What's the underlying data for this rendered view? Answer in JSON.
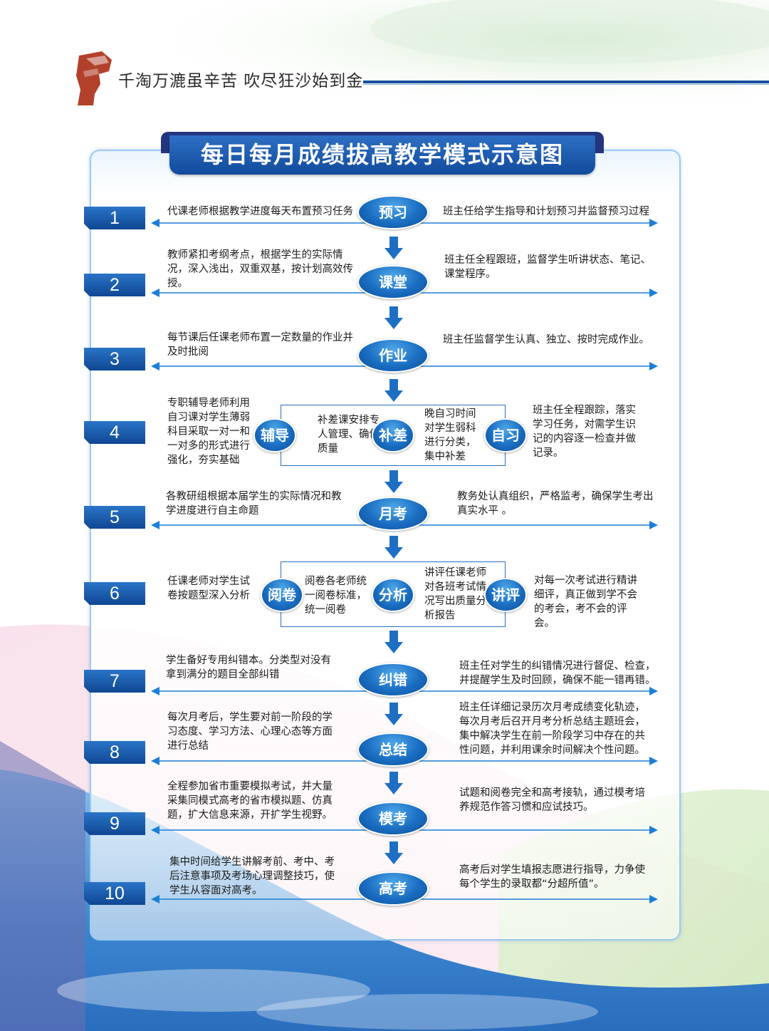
{
  "header": {
    "slogan": "千淘万漉虽辛苦  吹尽狂沙始到金",
    "title": "每日每月成绩拔高教学模式示意图"
  },
  "colors": {
    "primary_blue": "#1a6dc1",
    "dark_blue": "#124b9c",
    "tab_navy": "#25347e",
    "line_blue": "#1c7fd6",
    "logo_red": "#b2412b"
  },
  "icons": [
    "fist-logo-icon",
    "arrow-down-icon",
    "double-arrow-line-icon"
  ],
  "steps": [
    {
      "num": "1",
      "label": "预习",
      "left": "代课老师根据教学进度每天布置预习任务",
      "right": "班主任给学生指导和计划预习并监督预习过程"
    },
    {
      "num": "2",
      "label": "课堂",
      "left": "教师紧扣考纲考点，根据学生的实际情况，深入浅出，双重双基，按计划高效传授。",
      "right": "班主任全程跟班，监督学生听讲状态、笔记、课堂程序。"
    },
    {
      "num": "3",
      "label": "作业",
      "left": "每节课后任课老师布置一定数量的作业并及时批阅",
      "right": "班主任监督学生认真、独立、按时完成作业。"
    },
    {
      "num": "4",
      "label": "",
      "left": "专职辅导老师利用自习课对学生薄弱科目采取一对一和一对多的形式进行强化，夯实基础",
      "right": "班主任全程跟踪，落实学习任务，对需学生识记的内容逐一检查并做记录。",
      "sub": [
        {
          "label": "辅导"
        },
        {
          "label": "补差",
          "text": "补差课安排专人管理、确保质量"
        },
        {
          "label": "自习",
          "text": "晚自习时间对学生弱科进行分类，集中补差"
        }
      ]
    },
    {
      "num": "5",
      "label": "月考",
      "left": "各教研组根据本届学生的实际情况和教学进度进行自主命题",
      "right": "教务处认真组织，严格监考，确保学生考出真实水平 。"
    },
    {
      "num": "6",
      "label": "",
      "left": "任课老师对学生试卷按题型深入分析",
      "right": "对每一次考试进行精讲细评，真正做到学不会的考会，考不会的评会。",
      "sub": [
        {
          "label": "阅卷"
        },
        {
          "label": "分析",
          "text": "阅卷各老师统一阅卷标准，统一阅卷"
        },
        {
          "label": "讲评",
          "text": "讲评任课老师对各班考试情况写出质量分析报告"
        }
      ]
    },
    {
      "num": "7",
      "label": "纠错",
      "left": "学生备好专用纠错本。分类型对没有拿到满分的题目全部纠错",
      "right": "班主任对学生的纠错情况进行督促、检查，并提醒学生及时回顾，确保不能一错再错。"
    },
    {
      "num": "8",
      "label": "总结",
      "left": "每次月考后，学生要对前一阶段的学习态度、学习方法、心理心态等方面进行总结",
      "right": "班主任详细记录历次月考成绩变化轨迹，每次月考后召开月考分析总结主题班会，集中解决学生在前一阶段学习中存在的共性问题，并利用课余时间解决个性问题。"
    },
    {
      "num": "9",
      "label": "模考",
      "left": "全程参加省市重要模拟考试，并大量采集同模式高考的省市模拟题、仿真题，扩大信息来源，开扩学生视野。",
      "right": "试题和阅卷完全和高考接轨，通过模考培养规范作答习惯和应试技巧。"
    },
    {
      "num": "10",
      "label": "高考",
      "left": "集中时间给学生讲解考前、考中、考后注意事项及考场心理调整技巧，使学生从容面对高考。",
      "right": "高考后对学生填报志愿进行指导，力争使每个学生的录取都“分超所值”。"
    }
  ]
}
